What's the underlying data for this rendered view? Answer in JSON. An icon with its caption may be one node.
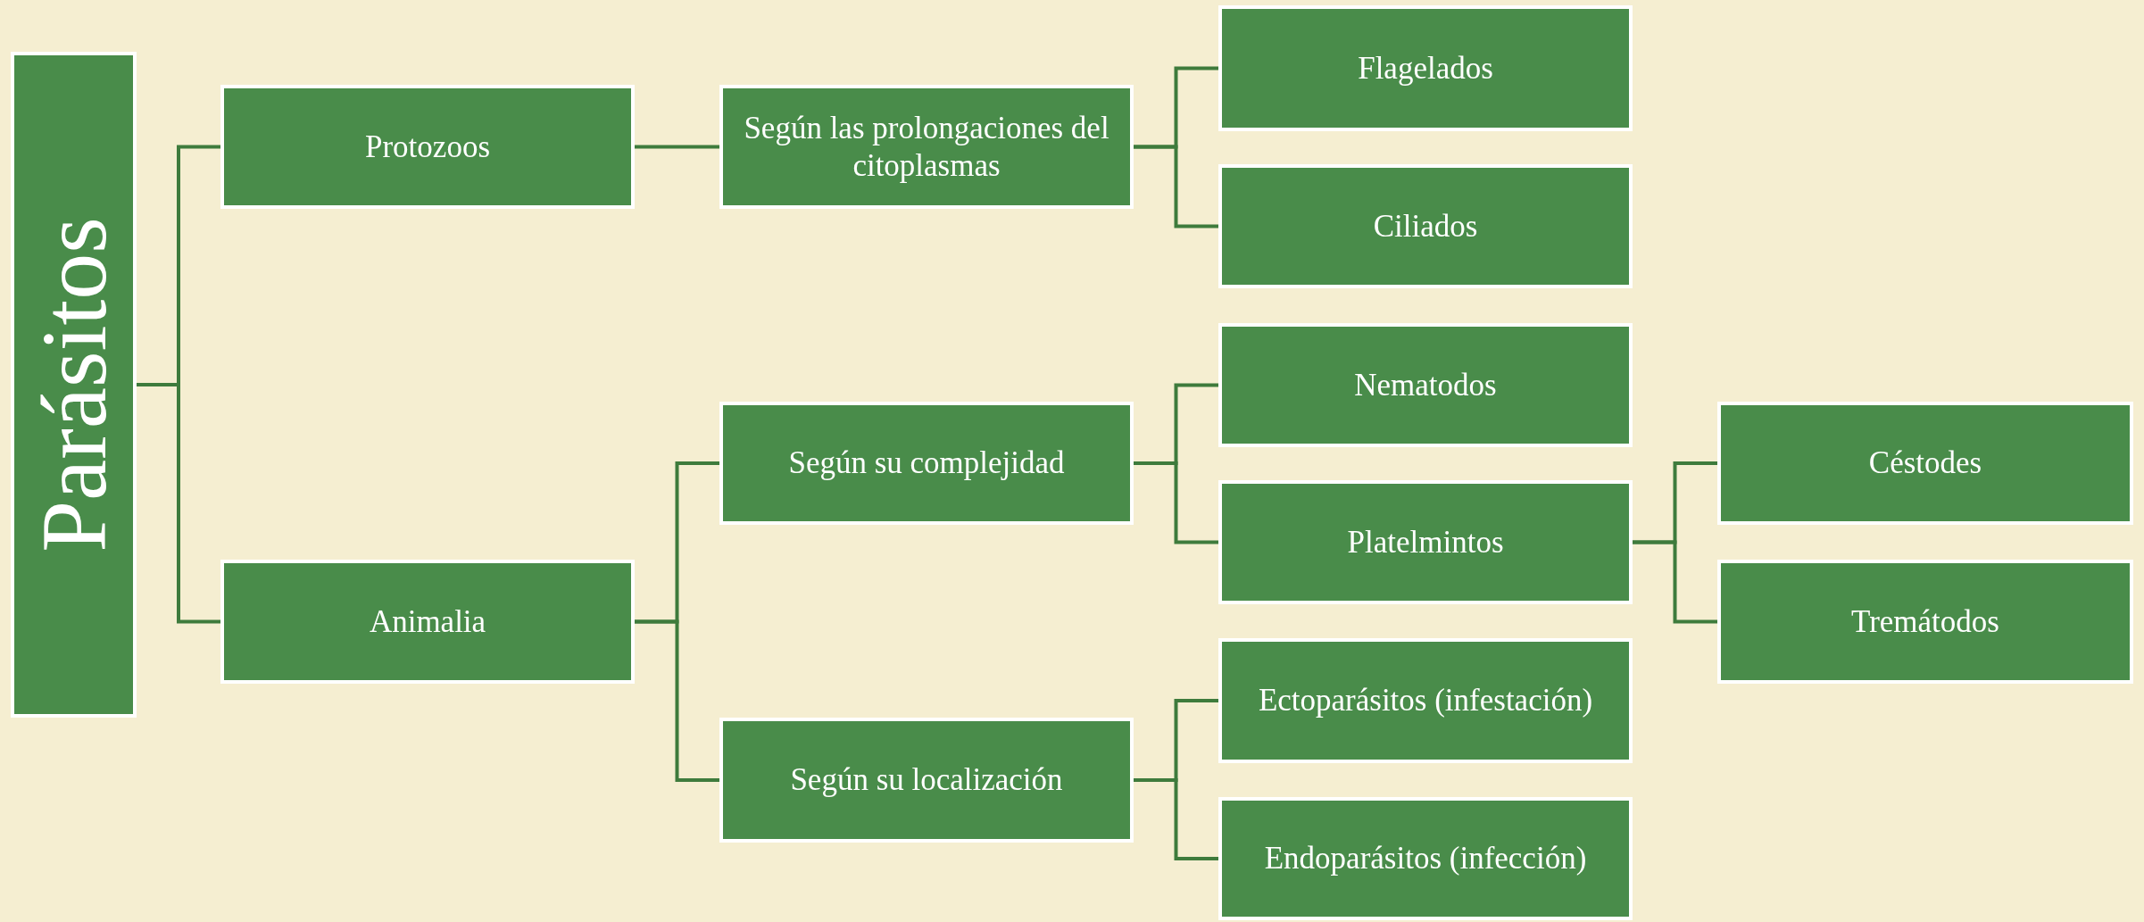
{
  "diagram": {
    "nodes": [
      {
        "text": [
          "Parásitos"
        ]
      },
      {
        "text": [
          "Protozoos"
        ]
      },
      {
        "text": [
          "Según las prolongaciones del citoplasmas"
        ]
      },
      {
        "text": [
          "Flagelados"
        ]
      },
      {
        "text": [
          "Ciliados"
        ]
      },
      {
        "text": [
          "Animalia"
        ]
      },
      {
        "text": [
          "Según su complejidad"
        ]
      },
      {
        "text": [
          "Nematodos"
        ]
      },
      {
        "text": [
          "Platelmintos"
        ]
      },
      {
        "text": [
          "Céstodes"
        ]
      },
      {
        "text": [
          "Tremátodos"
        ]
      },
      {
        "text": [
          "Según su localización"
        ]
      },
      {
        "text": [
          "Ectoparásitos (infestación)"
        ]
      },
      {
        "text": [
          "Endoparásitos (infección)"
        ]
      }
    ],
    "edges": [
      {
        "from": 0,
        "to": 1,
        "arrow": "none"
      },
      {
        "from": 0,
        "to": 5,
        "arrow": "none"
      },
      {
        "from": 1,
        "to": 2,
        "arrow": "none"
      },
      {
        "from": 2,
        "to": 3,
        "arrow": "none"
      },
      {
        "from": 2,
        "to": 4,
        "arrow": "none"
      },
      {
        "from": 5,
        "to": 6,
        "arrow": "none"
      },
      {
        "from": 5,
        "to": 11,
        "arrow": "none"
      },
      {
        "from": 6,
        "to": 7,
        "arrow": "none"
      },
      {
        "from": 6,
        "to": 8,
        "arrow": "none"
      },
      {
        "from": 8,
        "to": 9,
        "arrow": "none"
      },
      {
        "from": 8,
        "to": 10,
        "arrow": "none"
      },
      {
        "from": 11,
        "to": 12,
        "arrow": "none"
      },
      {
        "from": 11,
        "to": 13,
        "arrow": "none"
      }
    ]
  }
}
